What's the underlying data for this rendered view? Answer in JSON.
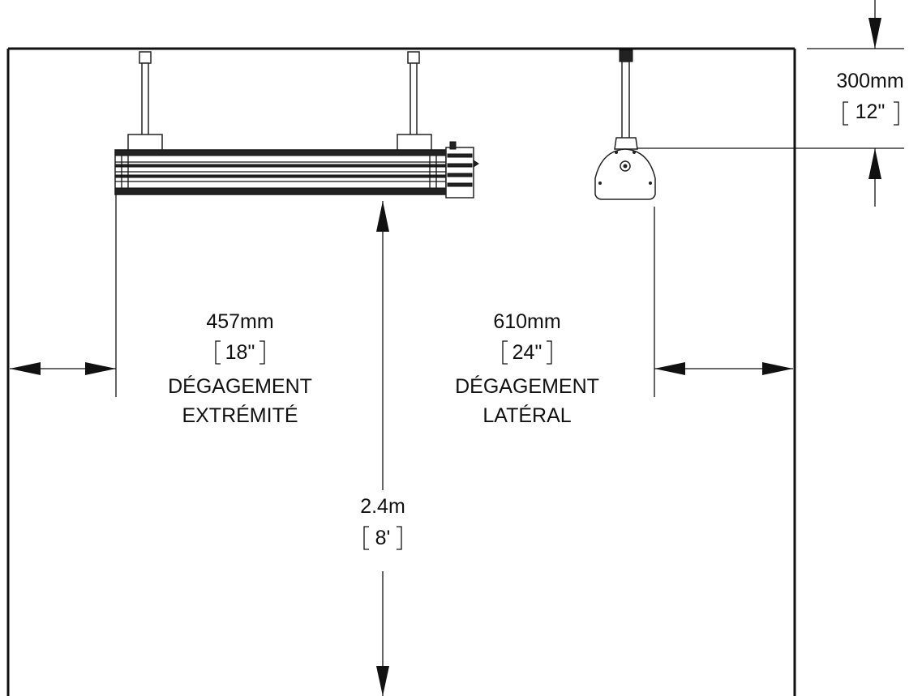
{
  "colors": {
    "line": "#111111",
    "background": "#ffffff"
  },
  "dimensions": {
    "ceiling": {
      "metric": "300mm",
      "imperial": "12\""
    },
    "end": {
      "metric": "457mm",
      "imperial": "18\"",
      "label_line1": "DÉGAGEMENT",
      "label_line2": "EXTRÉMITÉ"
    },
    "side": {
      "metric": "610mm",
      "imperial": "24\"",
      "label_line1": "DÉGAGEMENT",
      "label_line2": "LATÉRAL"
    },
    "floor": {
      "metric": "2.4m",
      "imperial": "8'"
    }
  }
}
